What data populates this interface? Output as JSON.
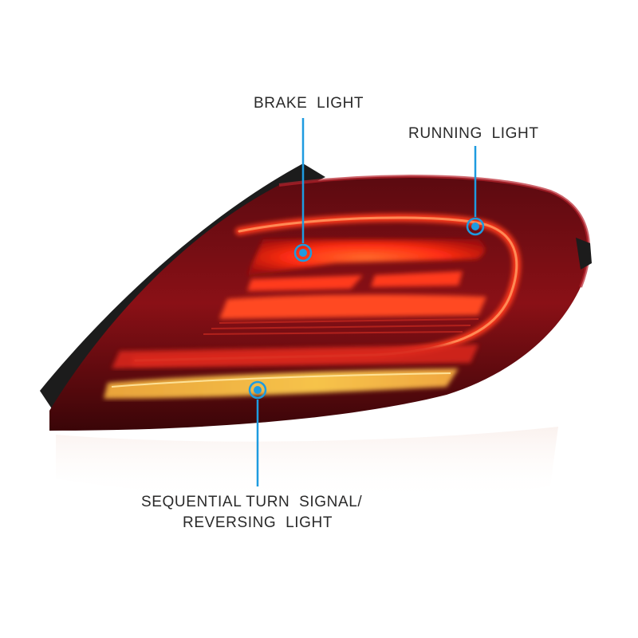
{
  "callouts": {
    "brake": {
      "label": "BRAKE  LIGHT"
    },
    "running": {
      "label": "RUNNING  LIGHT"
    },
    "turn": {
      "line1": "SEQUENTIAL TURN  SIGNAL/",
      "line2": "REVERSING  LIGHT"
    }
  },
  "colors": {
    "callout_line": "#1e9be0",
    "lamp_body": "#7a0c12",
    "lamp_glow": "#ff3a1a",
    "turn_strip": "#f3b33a",
    "housing": "#1e1e1e"
  }
}
